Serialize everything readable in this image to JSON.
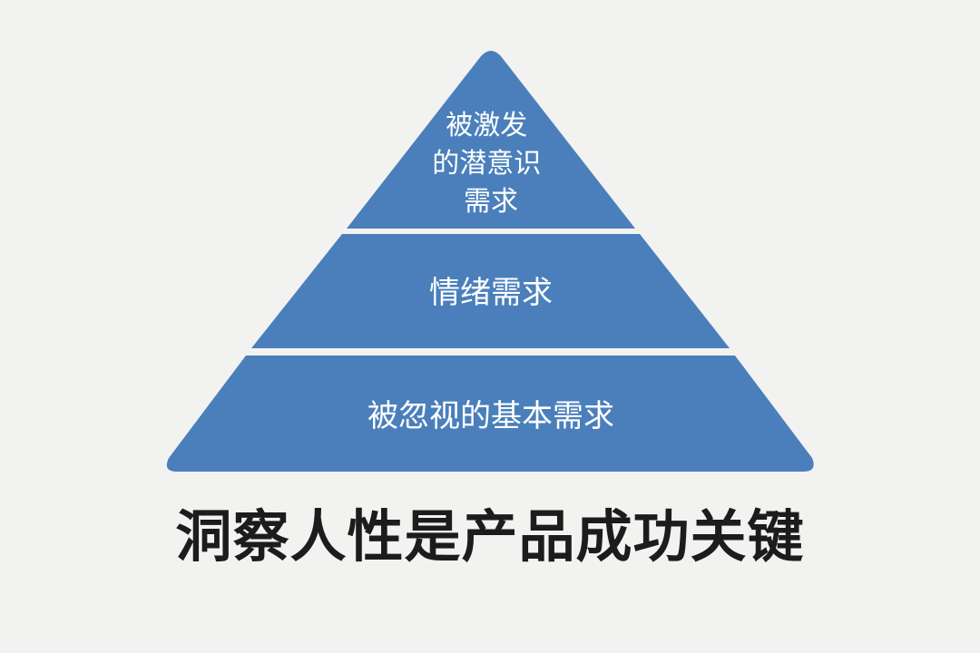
{
  "diagram": {
    "tiers": [
      {
        "lines": [
          "被激发",
          "的潜意识",
          "需求"
        ]
      },
      {
        "lines": [
          "情绪需求"
        ]
      },
      {
        "lines": [
          "被忽视的基本需求"
        ]
      }
    ],
    "caption": "洞察人性是产品成功关键"
  },
  "colors": {
    "background": "#f2f2f0",
    "tier_fill": "#4a7fbb",
    "tier_text": "#ffffff",
    "caption_text": "#1c1c1c"
  }
}
